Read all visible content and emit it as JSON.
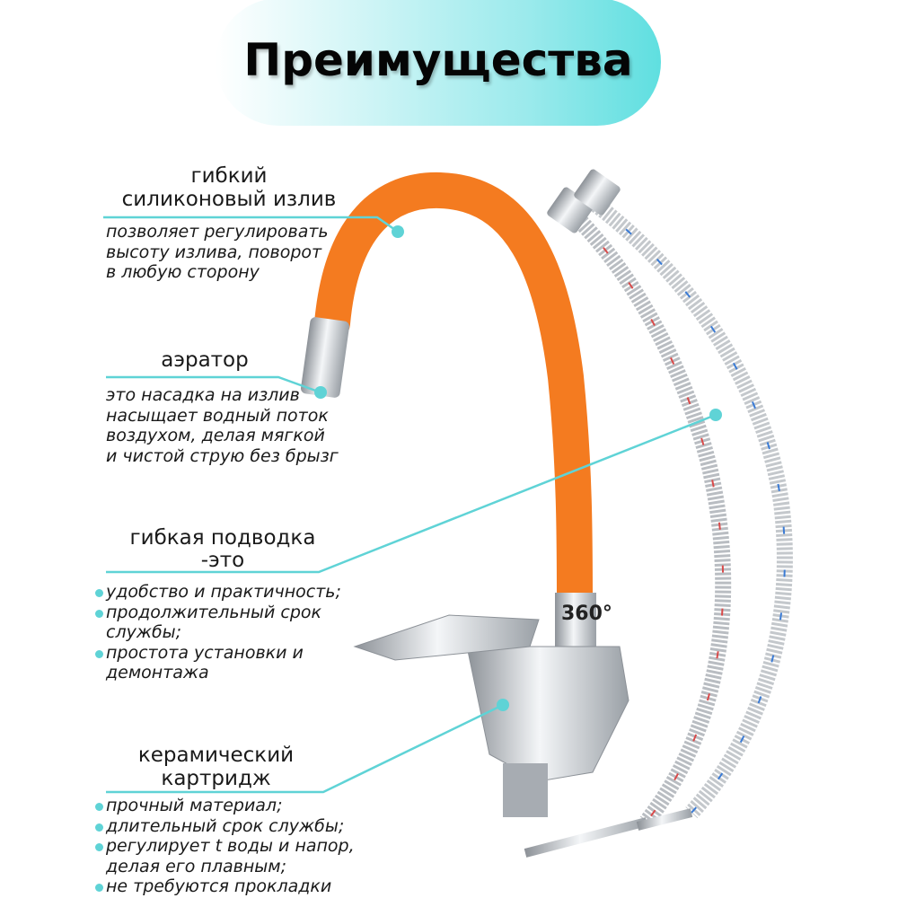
{
  "title": "Преимущества",
  "badge": "360°",
  "sections": [
    {
      "heading": [
        "гибкий",
        "силиконовый излив"
      ],
      "body": [
        "позволяет регулировать",
        "высоту излива, поворот",
        "в любую сторону"
      ]
    },
    {
      "heading": [
        "аэратор"
      ],
      "body": [
        "это насадка на излив",
        "насыщает водный поток",
        "воздухом, делая мягкой",
        "и чистой струю без брызг"
      ]
    },
    {
      "heading": [
        "гибкая подводка",
        "-это"
      ],
      "bullets": [
        "удобство и практичность;",
        "продолжительный срок",
        "службы;",
        "простота установки и",
        "демонтажа"
      ]
    },
    {
      "heading": [
        "керамический",
        "картридж"
      ],
      "bullets": [
        "прочный материал;",
        "длительный срок службы;",
        "регулирует t воды и напор,",
        "делая его плавным;",
        "не требуются прокладки"
      ]
    }
  ],
  "colors": {
    "accent": "#5fd3d6",
    "hose": "#f47b20",
    "chrome": "#c8ccd0"
  }
}
